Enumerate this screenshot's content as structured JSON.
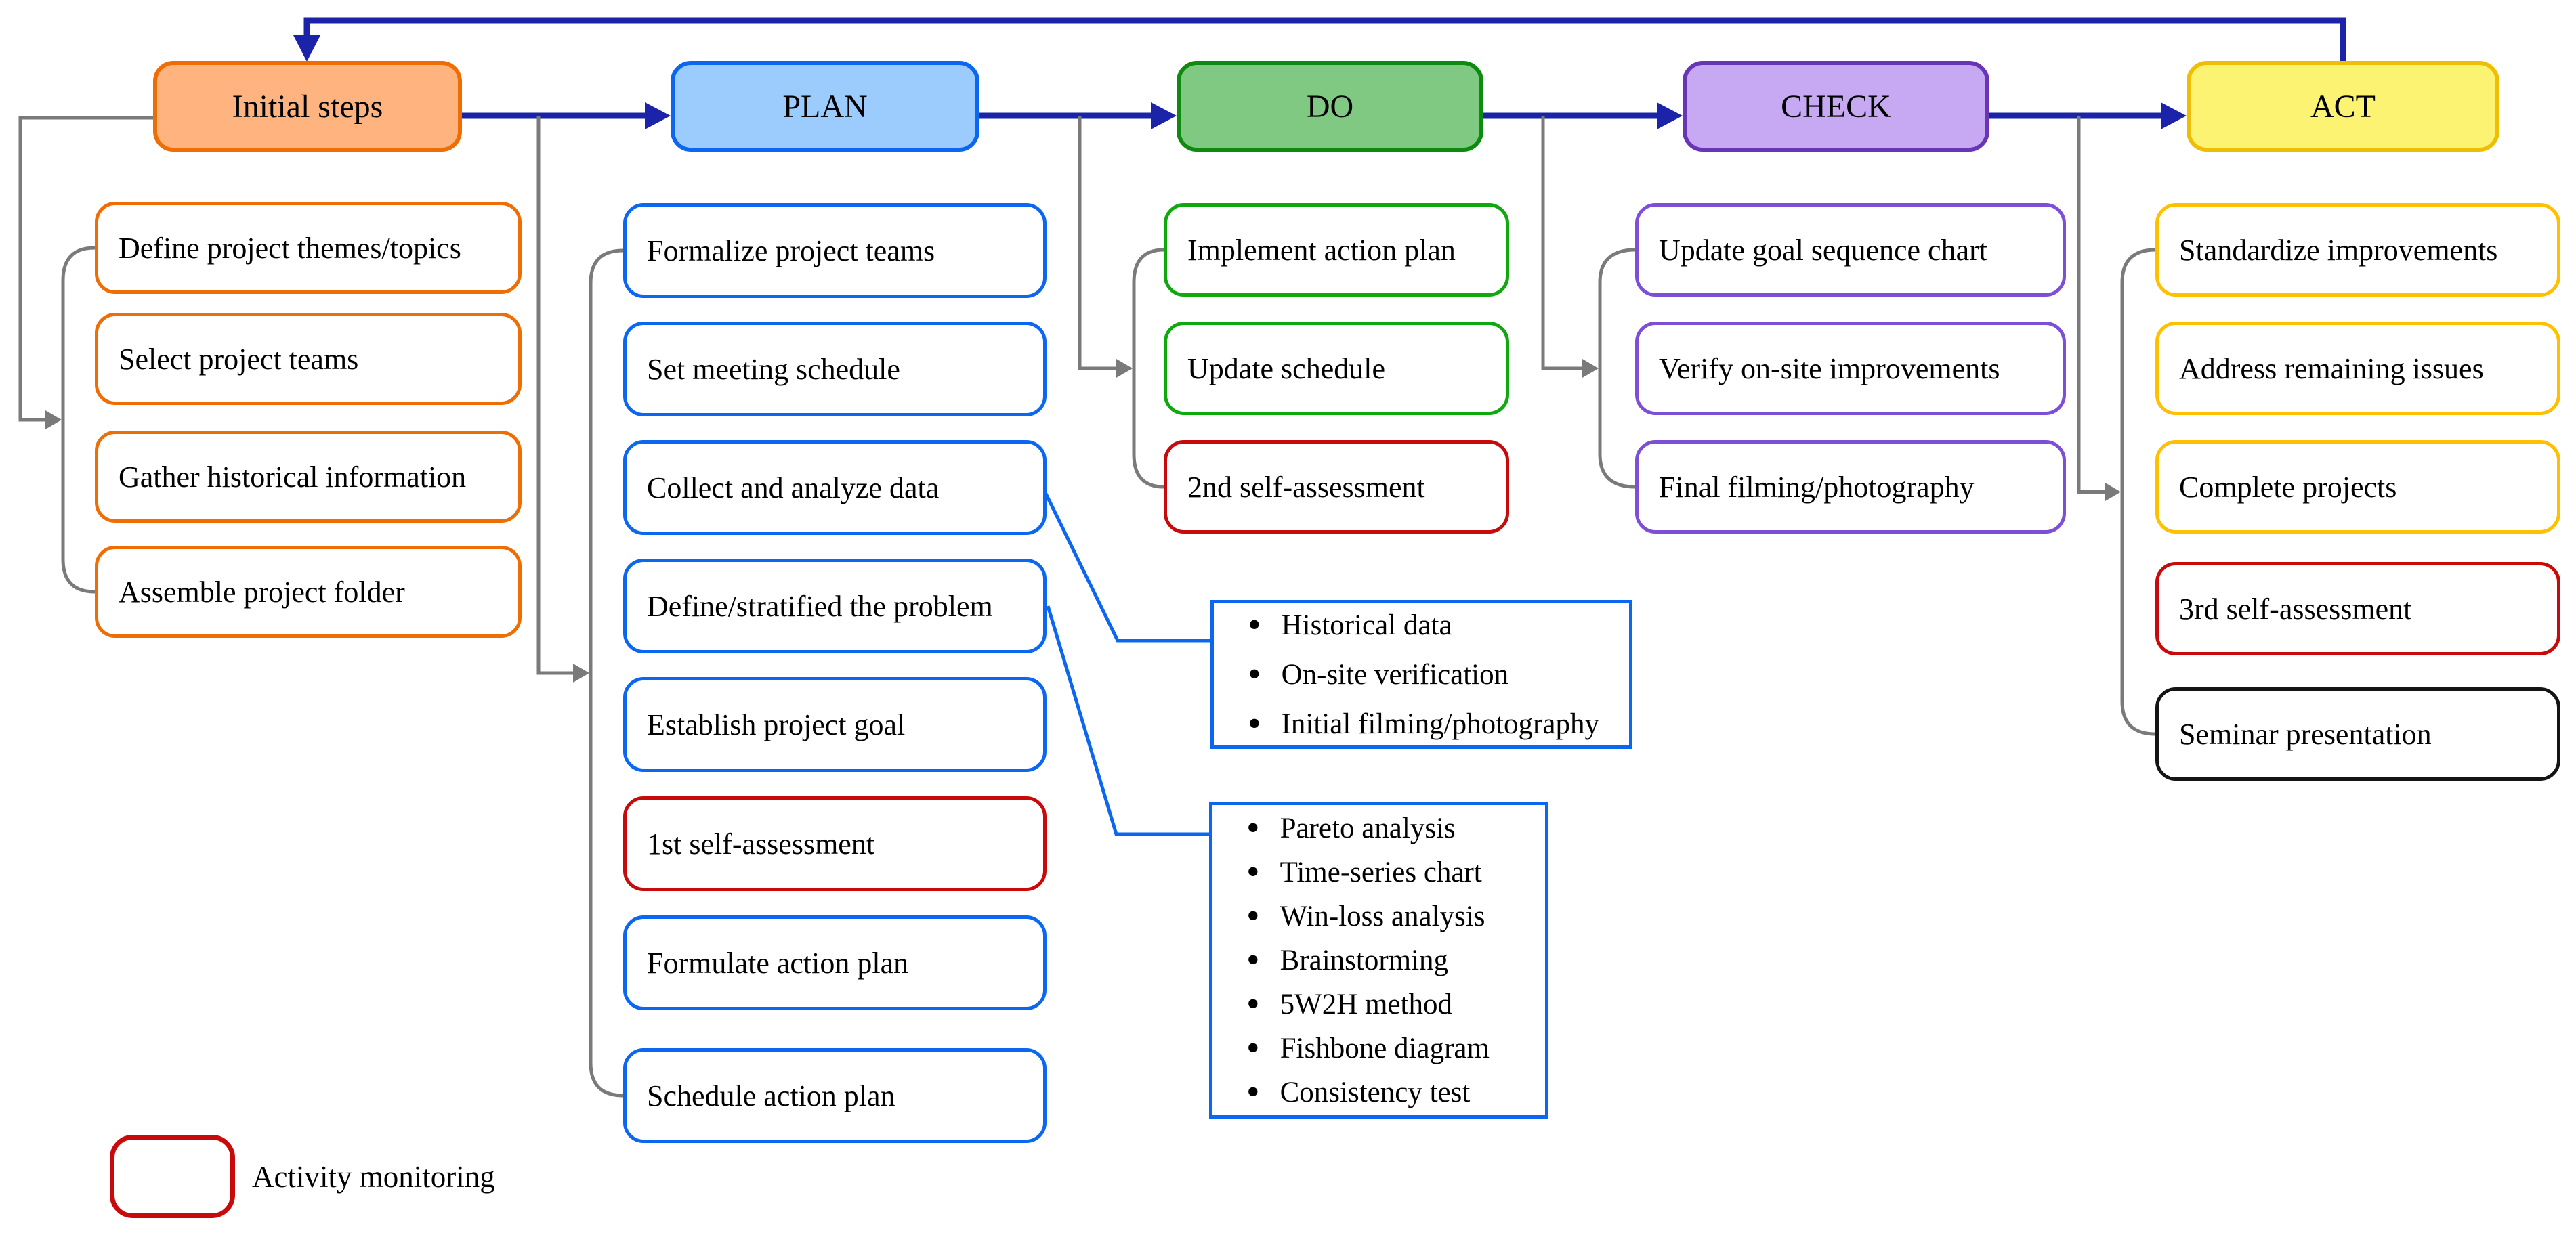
{
  "colors": {
    "navy_arrow": "#1B23A8",
    "connector_gray": "#7A7A7A",
    "callout_blue": "#0B66F0",
    "monitoring_red": "#C80A0A",
    "terminal_black": "#141414"
  },
  "flow": {
    "stages": [
      {
        "id": "initial-steps",
        "label": "Initial steps",
        "fill": "#FFB37E",
        "border": "#EE6D05",
        "item_border": "#EE6D05",
        "items": [
          {
            "text": "Define project themes/topics"
          },
          {
            "text": "Select project teams"
          },
          {
            "text": "Gather historical information"
          },
          {
            "text": "Assemble project folder"
          }
        ]
      },
      {
        "id": "plan",
        "label": "PLAN",
        "fill": "#9CCBFD",
        "border": "#0B66F0",
        "item_border": "#0B66F0",
        "items": [
          {
            "text": "Formalize project teams"
          },
          {
            "text": "Set meeting schedule"
          },
          {
            "text": "Collect and analyze data"
          },
          {
            "text": "Define/stratified the problem"
          },
          {
            "text": "Establish project goal"
          },
          {
            "text": "1st self-assessment",
            "variant": "monitoring_red"
          },
          {
            "text": "Formulate action plan"
          },
          {
            "text": "Schedule action plan"
          }
        ]
      },
      {
        "id": "do",
        "label": "DO",
        "fill": "#80C983",
        "border": "#0E8A0E",
        "item_border": "#0FA80F",
        "items": [
          {
            "text": "Implement action plan"
          },
          {
            "text": "Update schedule"
          },
          {
            "text": "2nd self-assessment",
            "variant": "monitoring_red"
          }
        ]
      },
      {
        "id": "check",
        "label": "CHECK",
        "fill": "#C6A9F2",
        "border": "#6A35B5",
        "item_border": "#7C4FD6",
        "items": [
          {
            "text": "Update goal sequence chart"
          },
          {
            "text": "Verify on-site improvements"
          },
          {
            "text": "Final filming/photography"
          }
        ]
      },
      {
        "id": "act",
        "label": "ACT",
        "fill": "#FDF373",
        "border": "#EFBE04",
        "item_border": "#FFC001",
        "items": [
          {
            "text": "Standardize improvements"
          },
          {
            "text": "Address remaining issues"
          },
          {
            "text": "Complete projects"
          },
          {
            "text": "3rd self-assessment",
            "variant": "monitoring_red"
          },
          {
            "text": "Seminar presentation",
            "variant": "terminal_black"
          }
        ]
      }
    ]
  },
  "callouts": [
    {
      "items": [
        "Historical data",
        "On-site verification",
        "Initial filming/photography"
      ]
    },
    {
      "items": [
        "Pareto analysis",
        "Time-series chart",
        "Win-loss analysis",
        "Brainstorming",
        "5W2H method",
        "Fishbone diagram",
        "Consistency test"
      ]
    }
  ],
  "legend": {
    "label": "Activity monitoring",
    "swatch_border": "#C80A0A"
  }
}
